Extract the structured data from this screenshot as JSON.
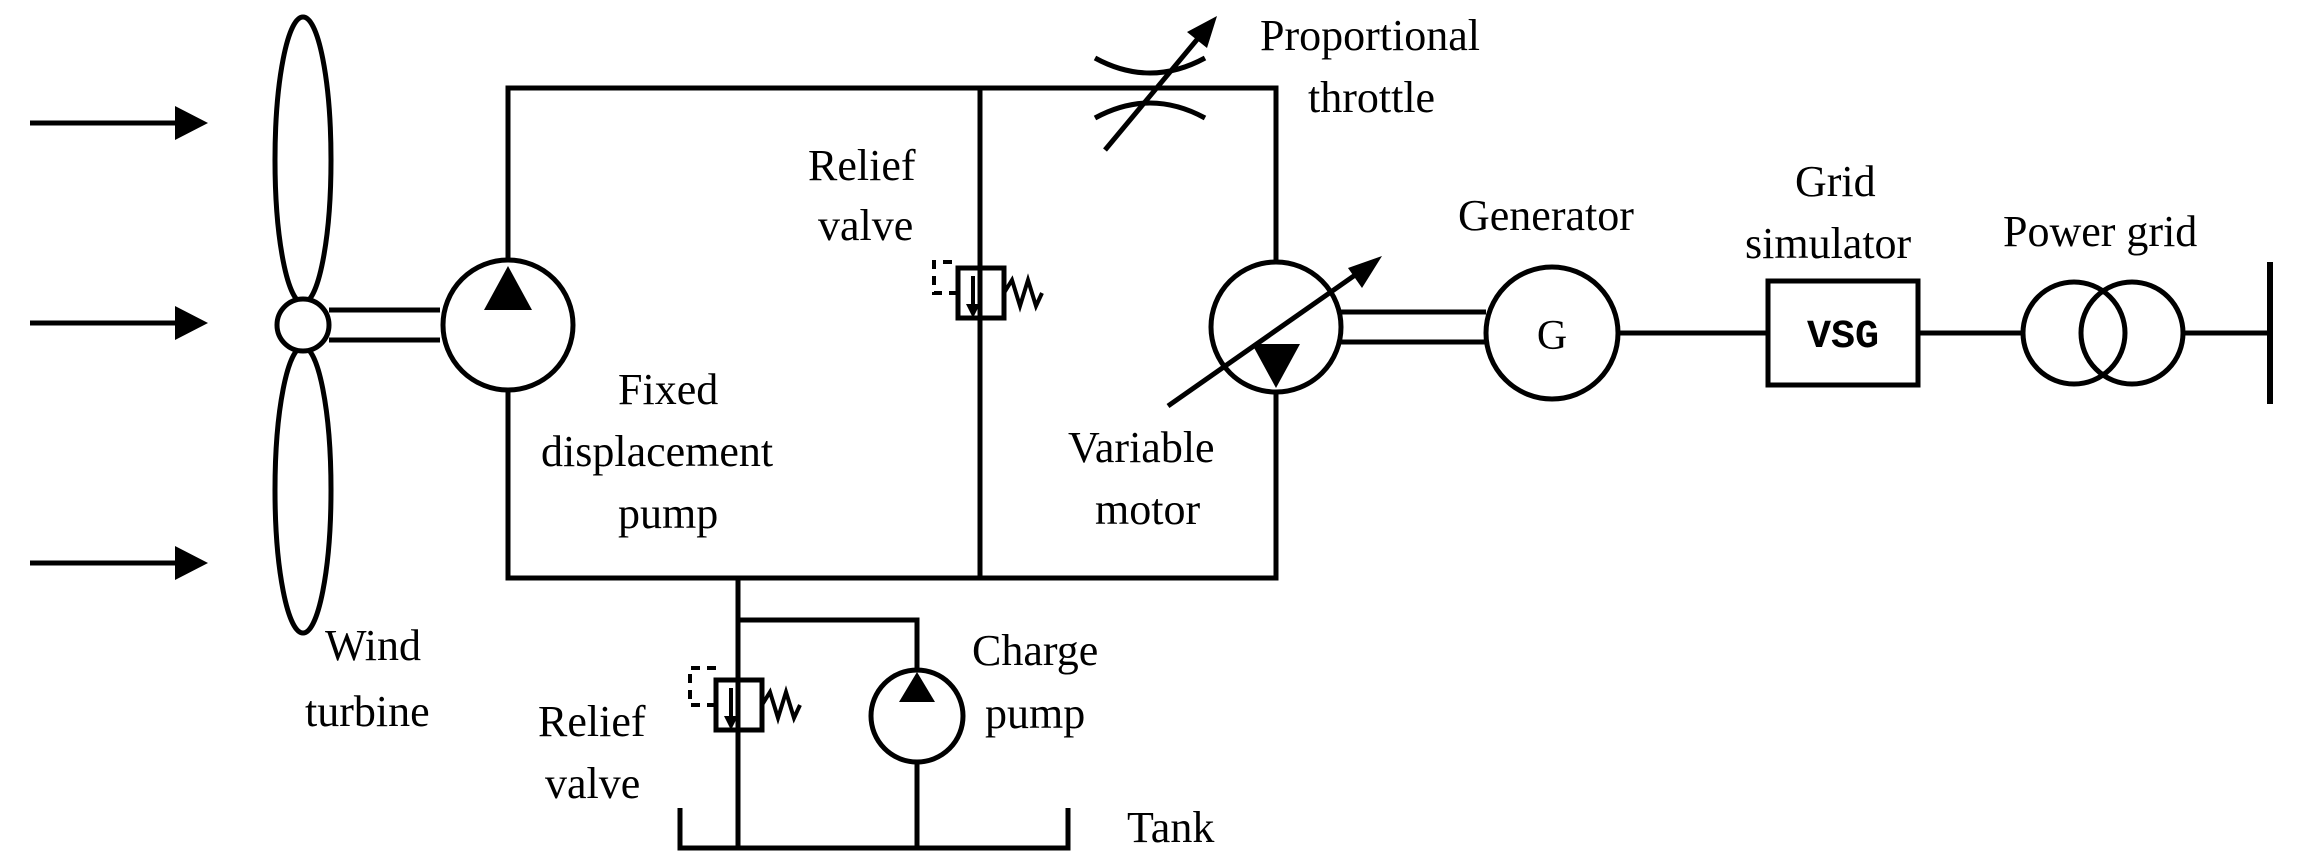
{
  "labels": {
    "proportional_throttle_line1": "Proportional",
    "proportional_throttle_line2": "throttle",
    "relief_valve_top_line1": "Relief",
    "relief_valve_top_line2": "valve",
    "generator": "Generator",
    "grid_simulator_line1": "Grid",
    "grid_simulator_line2": "simulator",
    "power_grid": "Power grid",
    "fixed_pump_line1": "Fixed",
    "fixed_pump_line2": "displacement",
    "fixed_pump_line3": "pump",
    "variable_motor_line1": "Variable",
    "variable_motor_line2": "motor",
    "wind_turbine_line1": "Wind",
    "wind_turbine_line2": "turbine",
    "charge_pump_line1": "Charge",
    "charge_pump_line2": "pump",
    "relief_valve_bottom_line1": "Relief",
    "relief_valve_bottom_line2": "valve",
    "tank": "Tank",
    "generator_symbol": "G",
    "vsg_symbol": "VSG"
  }
}
